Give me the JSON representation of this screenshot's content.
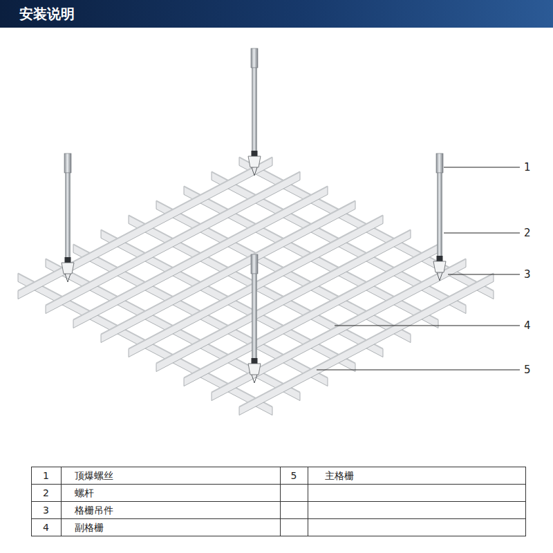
{
  "diagram": {
    "title": "安装说明",
    "labels": [
      "1",
      "2",
      "3",
      "4",
      "5",
      "1",
      "顶爆螺丝",
      "5",
      "主格栅",
      "2",
      "螺杆",
      "3",
      "格栅吊件",
      "4",
      "副格栅"
    ]
  }
}
